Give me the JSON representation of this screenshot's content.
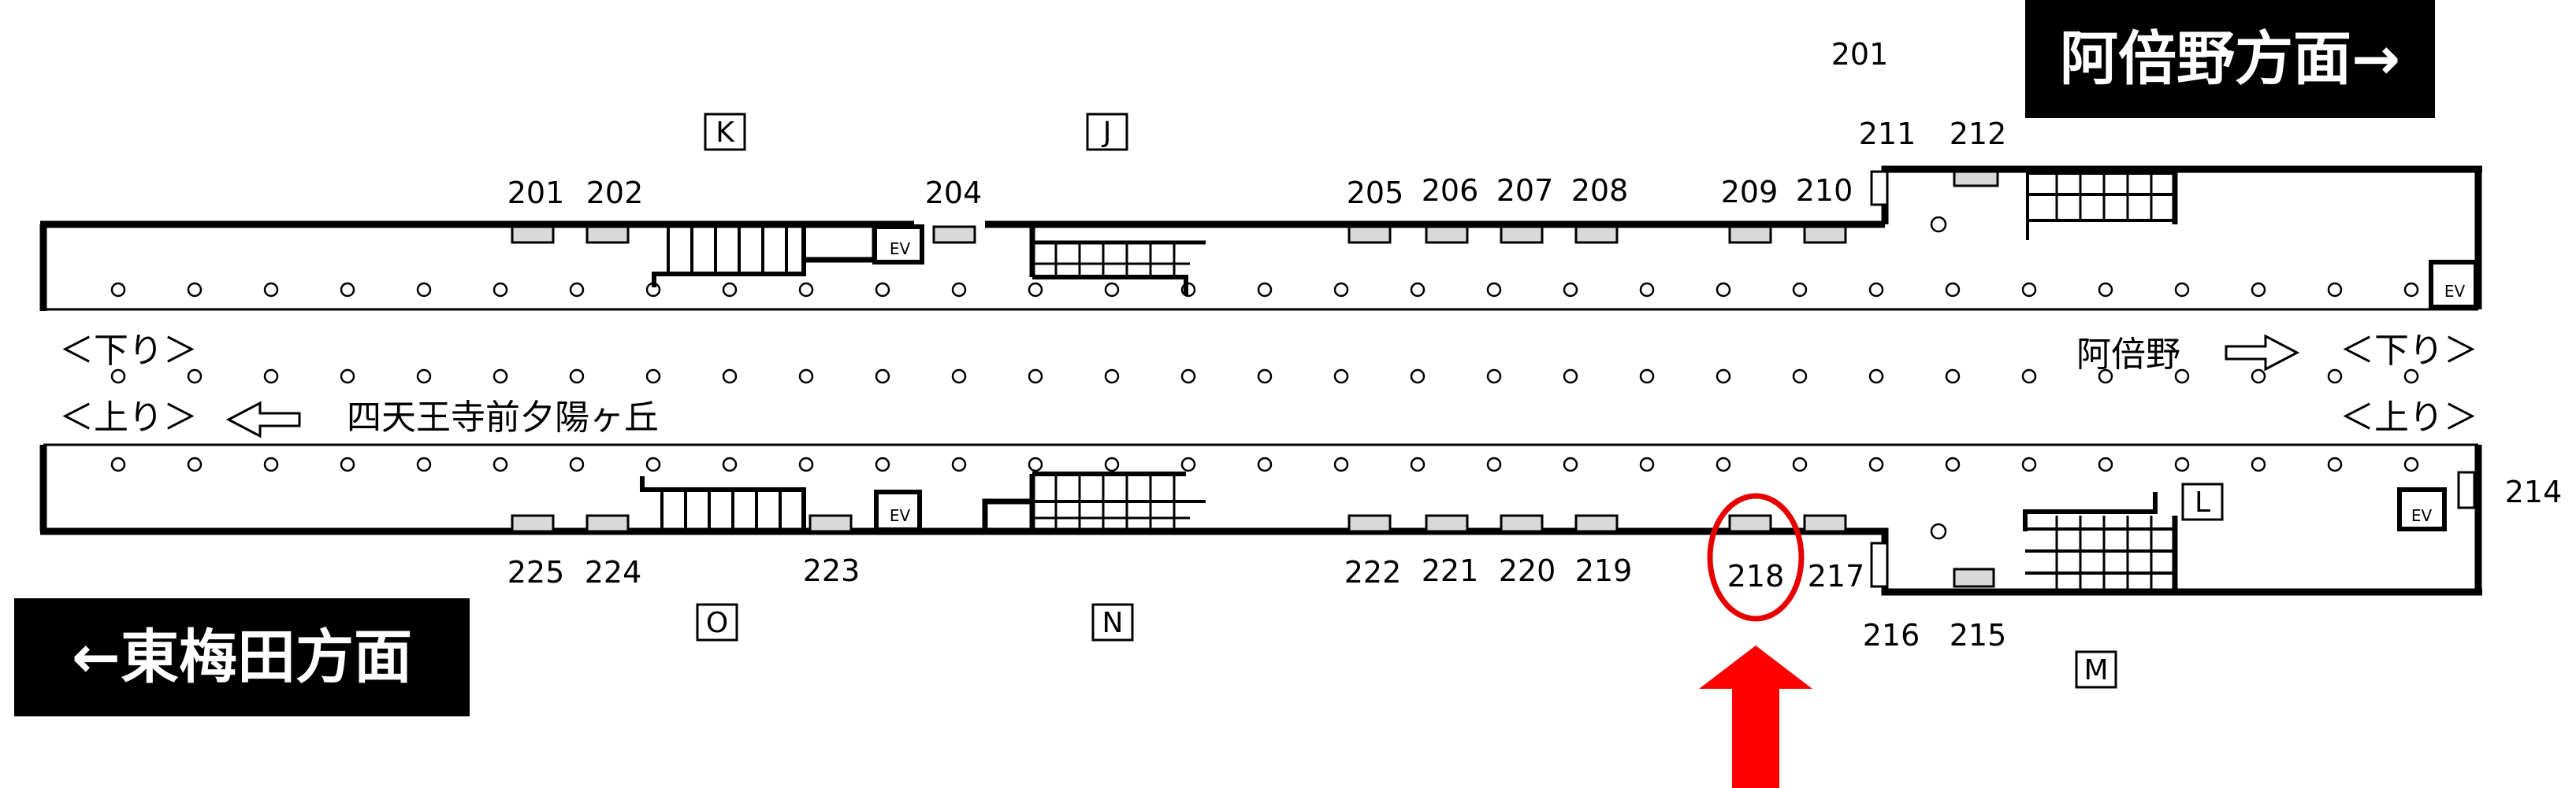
{
  "banners": {
    "abeno": "阿倍野方面→",
    "umeda": "←東梅田方面"
  },
  "direction_labels": {
    "left_down": "＜下り＞",
    "left_up": "＜上り＞",
    "right_down": "＜下り＞",
    "right_up": "＜上り＞",
    "abeno": "阿倍野",
    "westbound": "四天王寺前夕陽ヶ丘"
  },
  "exit_letters": [
    "K",
    "J",
    "L",
    "O",
    "N",
    "M"
  ],
  "columns": {
    "top_wall": [
      "201",
      "202",
      "204",
      "205",
      "206",
      "207",
      "208",
      "209",
      "210",
      "211",
      "212"
    ],
    "top_extra": "201",
    "bottom_wall": [
      "225",
      "224",
      "223",
      "222",
      "221",
      "220",
      "219",
      "218",
      "217",
      "216",
      "215"
    ],
    "right_side": "214"
  },
  "elevator_label": "EV",
  "highlight": {
    "column": "218",
    "ring_color": "#e60000",
    "arrow_color": "#ff0000"
  },
  "colors": {
    "line": "#000000",
    "banner_bg": "#000000",
    "banner_text": "#ffffff",
    "room_fill": "#d9d9d9"
  }
}
